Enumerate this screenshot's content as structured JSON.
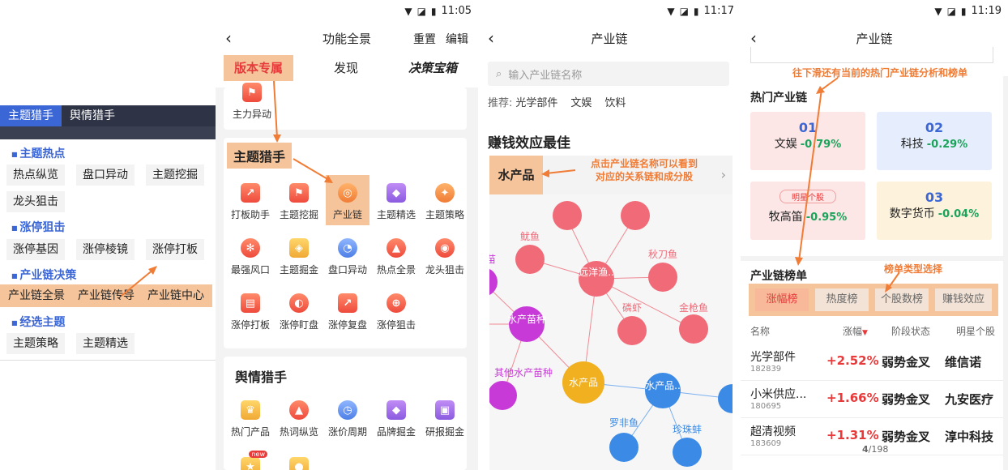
{
  "panel1": {
    "tabs": [
      "主题猎手",
      "舆情猎手"
    ],
    "sections": [
      {
        "title": "主题热点",
        "buttons": [
          "热点纵览",
          "盘口异动",
          "主题挖掘",
          "龙头狙击"
        ]
      },
      {
        "title": "涨停狙击",
        "buttons": [
          "涨停基因",
          "涨停棱镜",
          "涨停打板"
        ]
      },
      {
        "title": "产业链决策",
        "buttons": [
          "产业链全景",
          "产业链传导",
          "产业链中心"
        ]
      },
      {
        "title": "经选主题",
        "buttons": [
          "主题策略",
          "主题精选"
        ]
      }
    ]
  },
  "panel2": {
    "time": "11:05",
    "title": "功能全景",
    "reset": "重置",
    "edit": "编辑",
    "tabs": [
      "版本专属",
      "发现",
      "决策宝箱"
    ],
    "partial_item": "主力异动",
    "card1_title": "主题猎手",
    "card1_items": [
      "打板助手",
      "主题挖掘",
      "产业链",
      "主题精选",
      "主题策略",
      "最强风口",
      "主题掘金",
      "盘口异动",
      "热点全景",
      "龙头狙击",
      "涨停打板",
      "涨停盯盘",
      "涨停复盘",
      "涨停狙击"
    ],
    "card2_title": "舆情猎手",
    "card2_items": [
      "热门产品",
      "热词纵览",
      "涨价周期",
      "品牌掘金",
      "研报掘金"
    ],
    "new_badge": "new"
  },
  "panel3": {
    "time": "11:17",
    "title": "产业链",
    "search_placeholder": "输入产业链名称",
    "recommend_label": "推荐:",
    "recommend": [
      "光学部件",
      "文娱",
      "饮料"
    ],
    "heading": "赚钱效应最佳",
    "sector": "水产品",
    "annotation": "点击产业链名称可以看到\n对应的关系链和成分股",
    "nodes": [
      "鱿鱼",
      "远洋渔..",
      "秋刀鱼",
      "磷虾",
      "金枪鱼",
      "水产苗种",
      "其他水产苗种",
      "水产品",
      "水产品..",
      "罗非鱼",
      "珍珠蚌",
      "苗"
    ]
  },
  "panel4": {
    "time": "11:19",
    "title": "产业链",
    "annotation_top": "往下滑还有当前的热门产业链分析和榜单",
    "hot_title": "热门产业链",
    "hot": [
      {
        "num": "01",
        "name": "文娱",
        "change": "-0.79%",
        "color": "#fde6e6"
      },
      {
        "num": "02",
        "name": "科技",
        "change": "-0.29%",
        "color": "#e6eefd"
      },
      {
        "num": "",
        "name": "牧高笛",
        "change": "-0.95%",
        "color": "#fde6e6",
        "tag": "明星个股"
      },
      {
        "num": "03",
        "name": "数字货币",
        "change": "-0.04%",
        "color": "#fdf3dc"
      }
    ],
    "rank_title": "产业链榜单",
    "annotation_rank": "榜单类型选择",
    "rank_tabs": [
      "涨幅榜",
      "热度榜",
      "个股数榜",
      "赚钱效应"
    ],
    "headers": [
      "名称",
      "涨幅",
      "阶段状态",
      "明星个股"
    ],
    "rows": [
      {
        "name": "光学部件",
        "code": "182839",
        "change": "+2.52%",
        "state": "弱势金叉",
        "star": "维信诺"
      },
      {
        "name": "小米供应...",
        "code": "180695",
        "change": "+1.66%",
        "state": "弱势金叉",
        "star": "九安医疗"
      },
      {
        "name": "超清视频",
        "code": "183609",
        "change": "+1.31%",
        "state": "弱势金叉",
        "star": "淳中科技"
      }
    ],
    "pager_current": "4",
    "pager_total": "/198"
  }
}
